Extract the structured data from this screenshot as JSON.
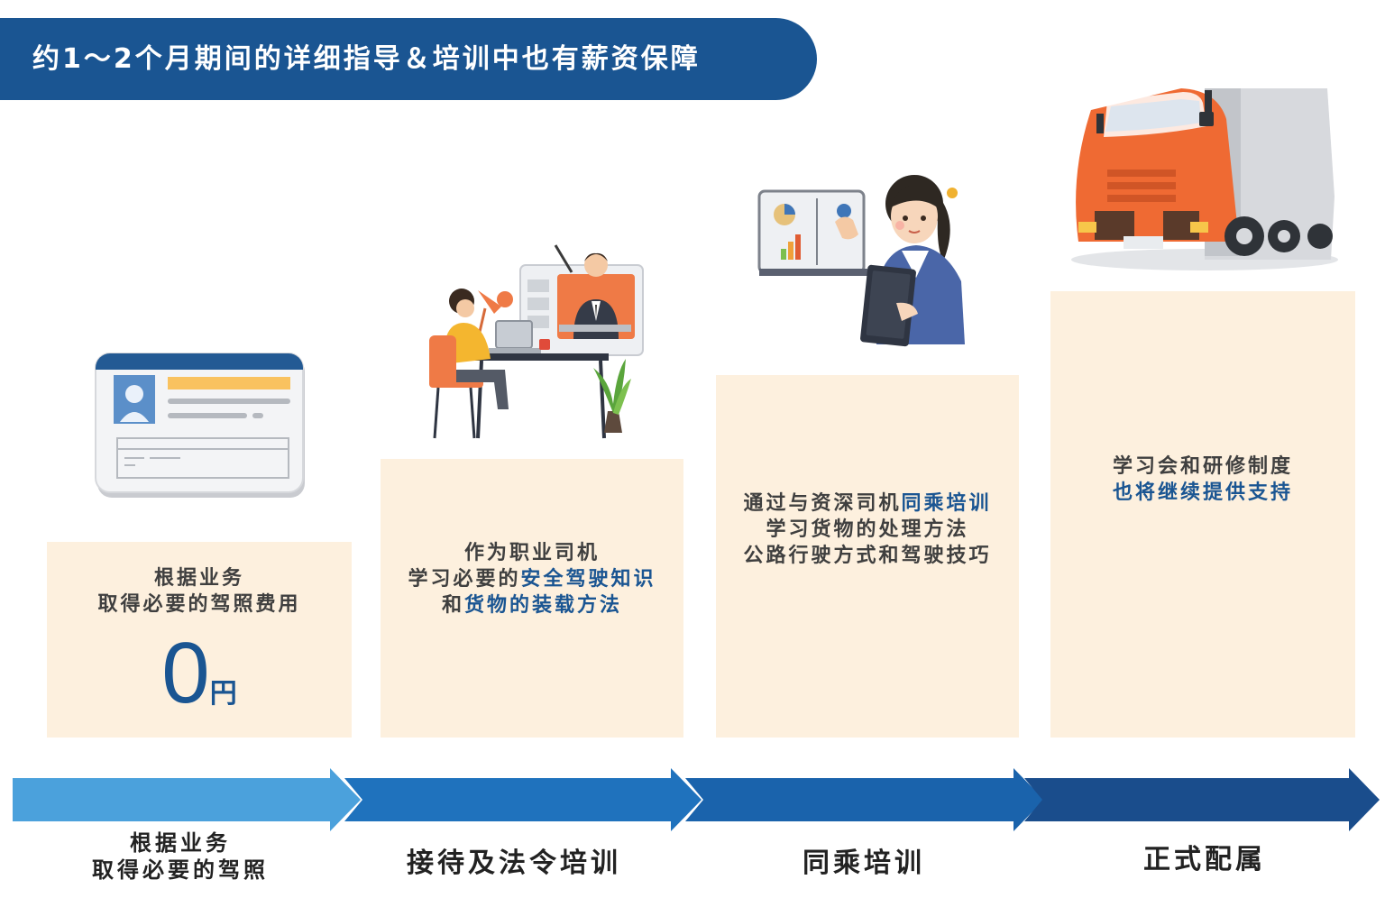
{
  "banner": {
    "title": "约1～2个月期间的详细指导＆培训中也有薪资保障"
  },
  "steps": [
    {
      "label_lines": [
        "根据业务",
        "取得必要的驾照"
      ],
      "box_lines": [
        "根据业务",
        "取得必要的驾照费用"
      ],
      "zero_value": "0",
      "zero_unit": "円",
      "illustration": "license-card-icon"
    },
    {
      "label": "接待及法令培训",
      "box_line1": "作为职业司机",
      "box_line2_pre": "学习必要的",
      "box_line2_hl": "安全驾驶知识",
      "box_line3_pre": "和",
      "box_line3_hl": "货物的装载方法",
      "illustration": "online-learning-illustration"
    },
    {
      "label": "同乘培训",
      "box_line1_pre": "通过与资深司机",
      "box_line1_hl": "同乘培训",
      "box_line2": "学习货物的处理方法",
      "box_line3": "公路行驶方式和驾驶技巧",
      "illustration": "instructor-woman-illustration"
    },
    {
      "label": "正式配属",
      "box_line1": "学习会和研修制度",
      "box_line2_hl": "也将继续提供支持",
      "illustration": "truck-illustration"
    }
  ],
  "colors": {
    "banner": "#1a5592",
    "box_bg": "#fdf0de",
    "highlight": "#1a5592",
    "arrow1": "#4ba1dc",
    "arrow2": "#1f72bd",
    "arrow3": "#1a63ac",
    "arrow4": "#1a4d8c",
    "truck_cab": "#ee6a30"
  }
}
